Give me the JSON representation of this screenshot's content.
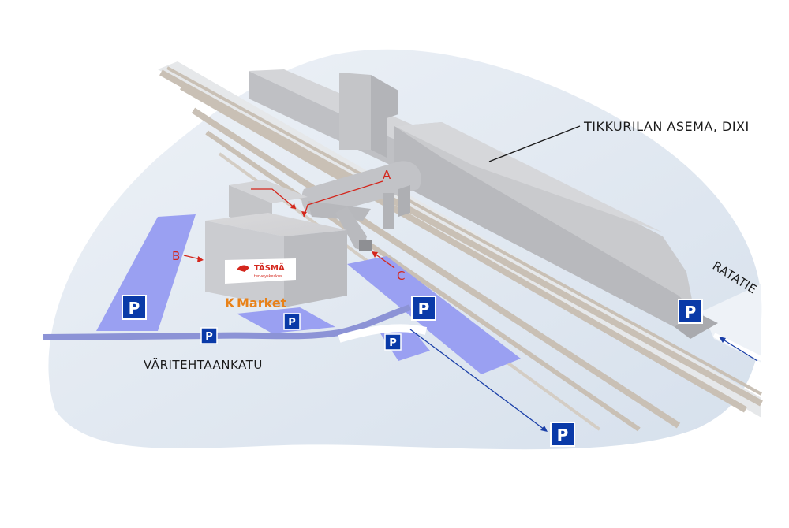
{
  "labels": {
    "station": "TIKKURILAN ASEMA, DIXI",
    "street": "VÄRITEHTAANKATU",
    "rail": "RATATIE"
  },
  "markers": {
    "a": "A",
    "b": "B",
    "c": "C"
  },
  "signs": {
    "tasma": "TÄSMÄ",
    "tasma_sub": "terveyskeskus",
    "kmarket_k": "K",
    "kmarket": "Market"
  },
  "parking": {
    "symbol": "P",
    "lots": [
      {
        "id": "west-lot",
        "symbol": "P"
      },
      {
        "id": "front-lot",
        "symbol": "P"
      },
      {
        "id": "street-sign",
        "symbol": "P"
      },
      {
        "id": "small-lot",
        "symbol": "P"
      },
      {
        "id": "track-lot",
        "symbol": "P"
      },
      {
        "id": "east-lot",
        "symbol": "P"
      },
      {
        "id": "remote-lot",
        "symbol": "P"
      }
    ]
  },
  "colors": {
    "background": "#dde6f0",
    "parking_area": "#9aa0f2",
    "parking_sign": "#0a3aa8",
    "road": "#8c93d6",
    "building": "#c8c9cc",
    "track": "#c8bfb4",
    "marker_red": "#d4261c",
    "arrow_blue": "#1a3fa8",
    "kmarket_orange": "#e8821a"
  }
}
